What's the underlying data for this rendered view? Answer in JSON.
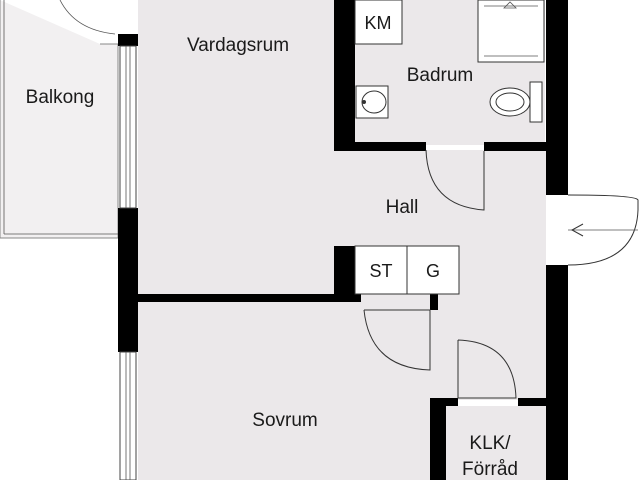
{
  "rooms": {
    "vardagsrum": "Vardagsrum",
    "balkong": "Balkong",
    "badrum": "Badrum",
    "hall": "Hall",
    "sovrum": "Sovrum",
    "klk_line1": "KLK/",
    "klk_line2": "Förråd"
  },
  "fixtures": {
    "km": "KM",
    "st": "ST",
    "g": "G"
  },
  "colors": {
    "wall": "#000000",
    "floor": "#ebe8ea",
    "balcony": "#f2f0f1",
    "background": "#ffffff"
  }
}
